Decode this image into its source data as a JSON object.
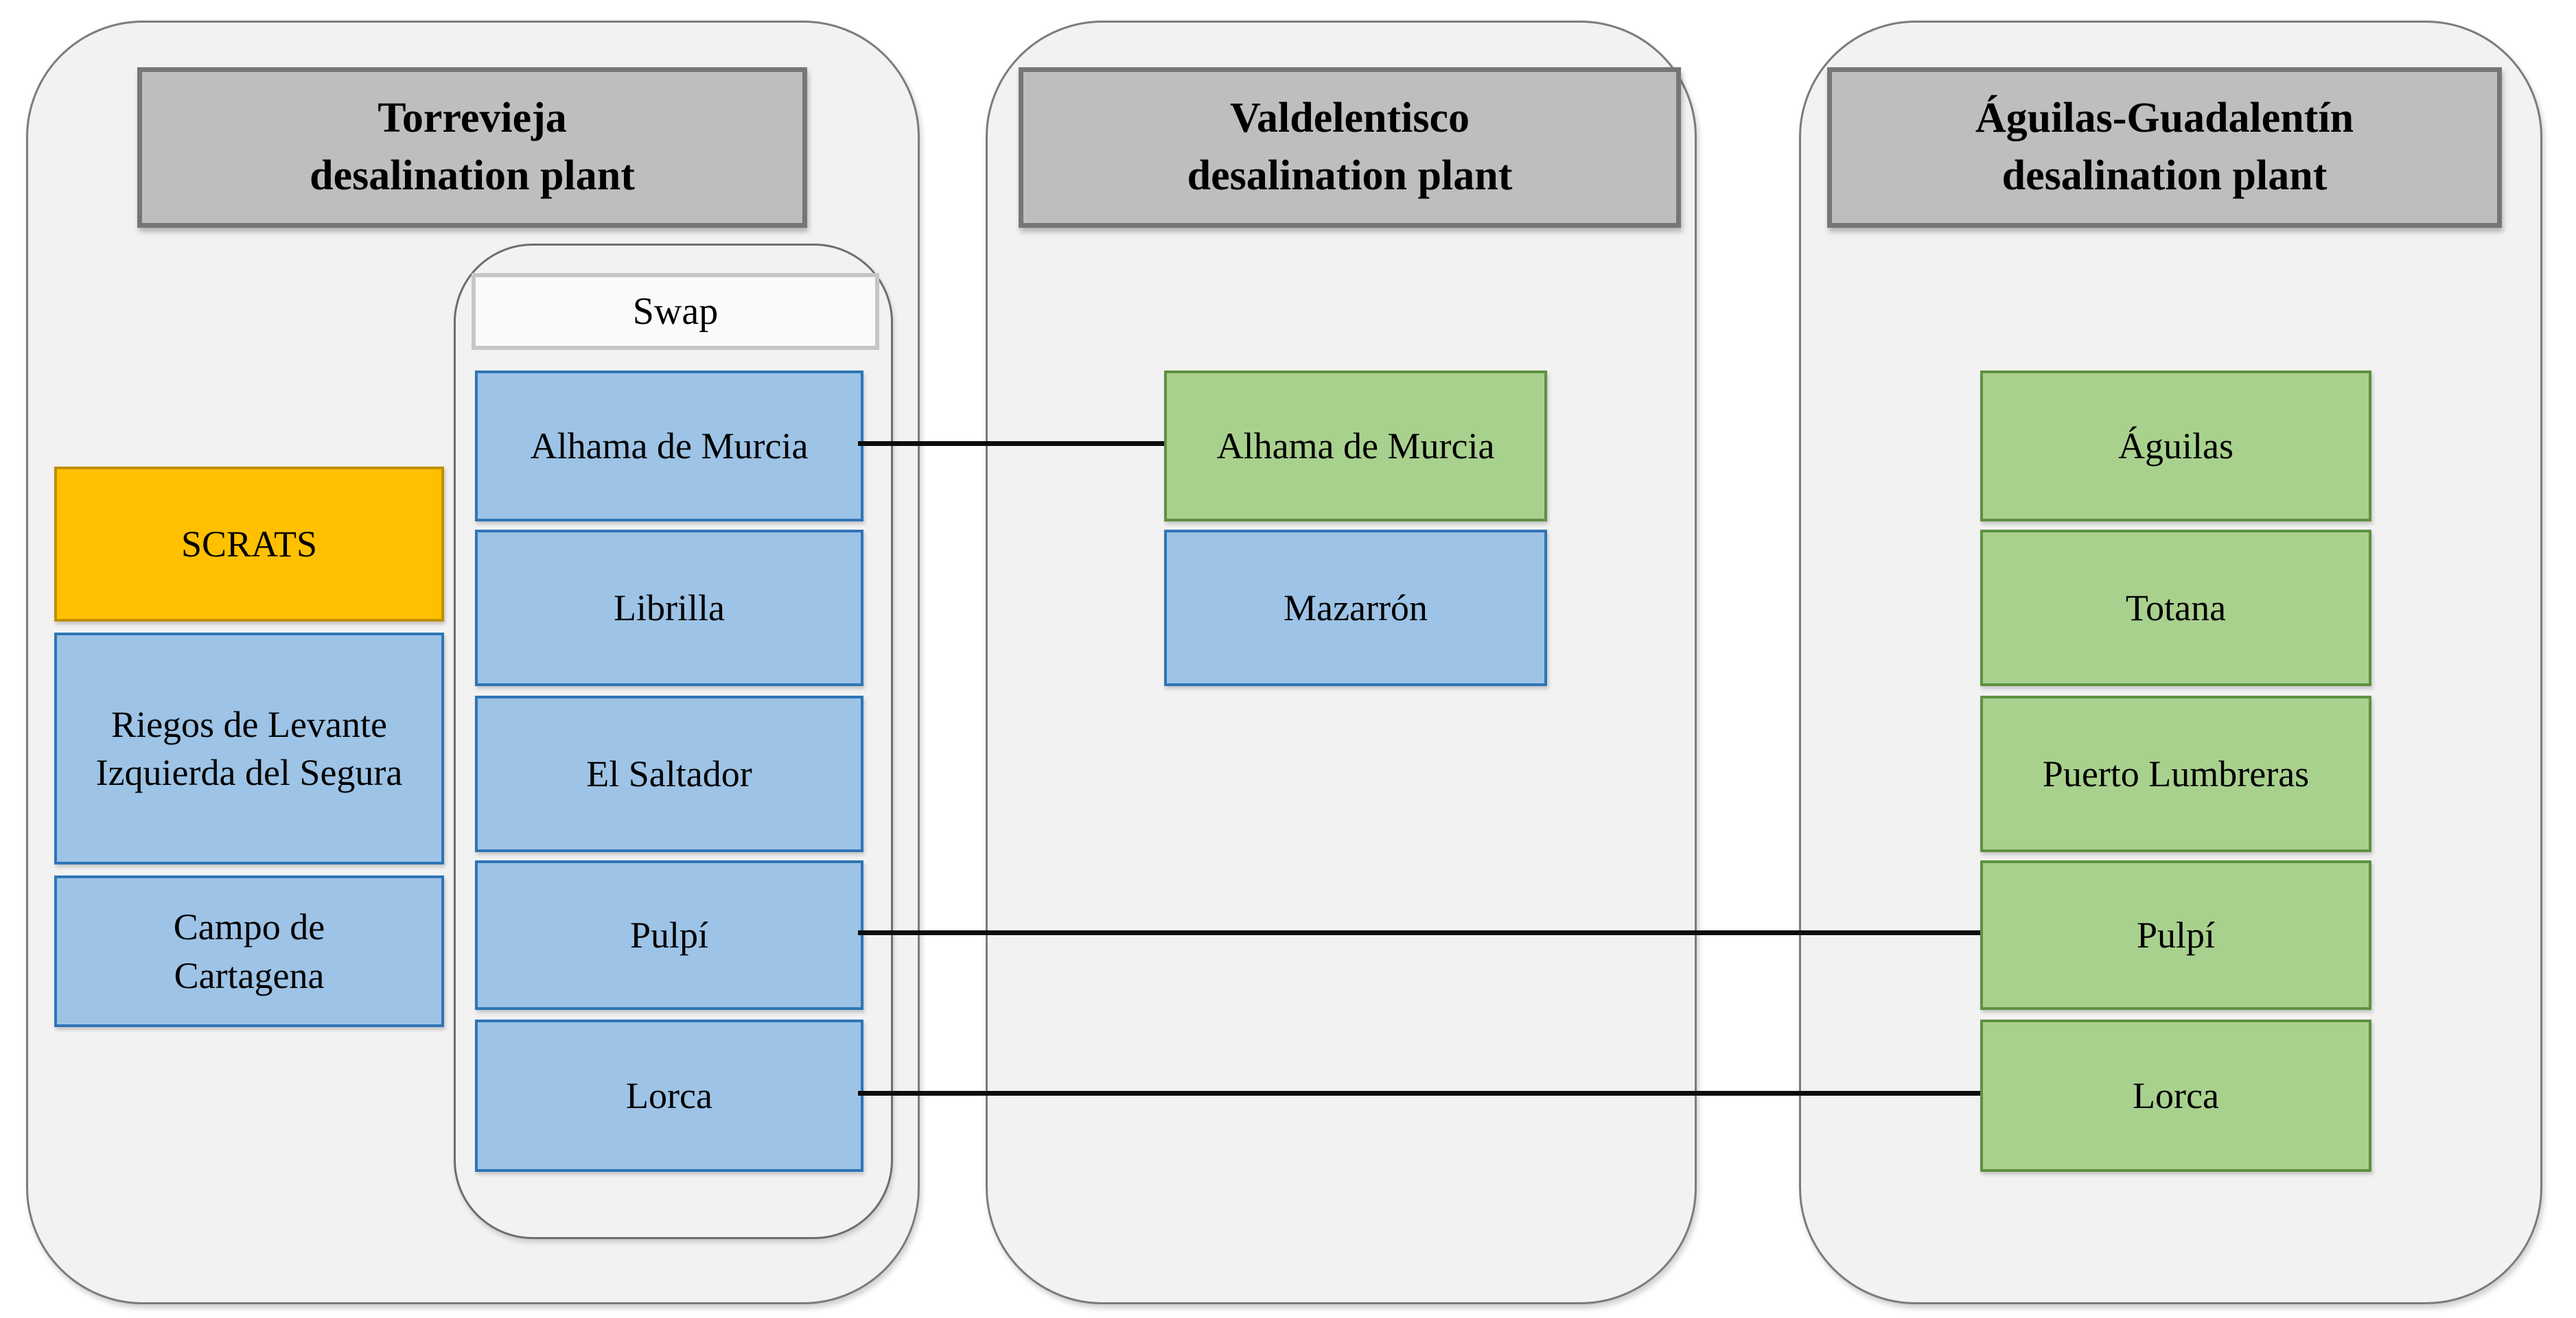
{
  "plants": [
    {
      "header": "Torrevieja\ndesalination plant",
      "boxes": [
        {
          "label": "SCRATS",
          "color": "orange"
        },
        {
          "label": "Riegos de Levante\nIzquierda del Segura",
          "color": "blue"
        },
        {
          "label": "Campo de\nCartagena",
          "color": "blue"
        }
      ],
      "swap": {
        "label": "Swap",
        "boxes": [
          "Alhama de Murcia",
          "Librilla",
          "El Saltador",
          "Pulpí",
          "Lorca"
        ]
      }
    },
    {
      "header": "Valdelentisco\ndesalination plant",
      "boxes": [
        {
          "label": "Alhama de Murcia",
          "color": "green"
        },
        {
          "label": "Mazarrón",
          "color": "blue"
        }
      ]
    },
    {
      "header": "Águilas-Guadalentín\ndesalination plant",
      "boxes": [
        {
          "label": "Águilas",
          "color": "green"
        },
        {
          "label": "Totana",
          "color": "green"
        },
        {
          "label": "Puerto Lumbreras",
          "color": "green"
        },
        {
          "label": "Pulpí",
          "color": "green"
        },
        {
          "label": "Lorca",
          "color": "green"
        }
      ]
    }
  ],
  "connections": [
    {
      "from": "Torrevieja / Swap / Alhama de Murcia",
      "to": "Valdelentisco / Alhama de Murcia"
    },
    {
      "from": "Torrevieja / Swap / Pulpí",
      "to": "Águilas-Guadalentín / Pulpí"
    },
    {
      "from": "Torrevieja / Swap / Lorca",
      "to": "Águilas-Guadalentín / Lorca"
    }
  ],
  "colors": {
    "container_fill": "#F2F2F2",
    "container_border": "#7C7C7C",
    "header_fill": "#BEBEBE",
    "header_border": "#767676",
    "blue_fill": "#9DC3E6",
    "blue_border": "#2E75B6",
    "green_fill": "#A9D18E",
    "green_border": "#5E9141",
    "orange_fill": "#FFC000",
    "orange_border": "#BF9000",
    "swap_label_fill": "#FAFAFA",
    "swap_label_border": "#C6C6C6",
    "connector": "#0D0D0D"
  }
}
